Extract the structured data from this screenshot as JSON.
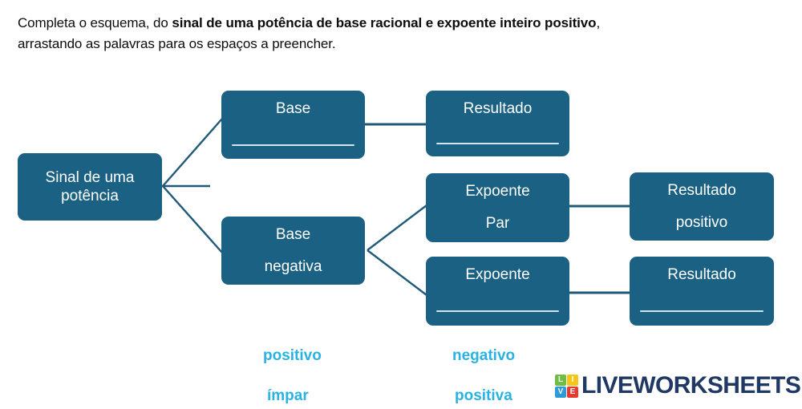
{
  "instruction": {
    "part1": "Completa o esquema, do ",
    "bold": "sinal de uma potência de base racional e expoente inteiro positivo",
    "part2": ",",
    "line2": "arrastando as palavras para os espaços a preencher."
  },
  "colors": {
    "node_fill": "#1A6183",
    "node_text": "#FFFFFF",
    "blank_rule": "#CFE6F0",
    "connector": "#1F5B78",
    "word_bank": "#29B3E3",
    "logo_text": "#1F3864",
    "logo_tile_green": "#6FBE44",
    "logo_tile_yellow": "#F5C518",
    "logo_tile_blue": "#2D9BD6",
    "logo_tile_red": "#E8392F",
    "page_background": "#FFFFFF"
  },
  "diagram": {
    "root": {
      "line1": "Sinal de uma",
      "line2": "potência"
    },
    "base_positive": {
      "line1": "Base",
      "has_blank": true
    },
    "result_top": {
      "line1": "Resultado",
      "has_blank": true
    },
    "base_negative": {
      "line1": "Base",
      "line2": "negativa"
    },
    "exponent_even": {
      "line1": "Expoente",
      "line2": "Par"
    },
    "result_positive": {
      "line1": "Resultado",
      "line2": "positivo"
    },
    "exponent_blank": {
      "line1": "Expoente",
      "has_blank": true
    },
    "result_blank": {
      "line1": "Resultado",
      "has_blank": true
    }
  },
  "word_bank": [
    {
      "label": "positivo"
    },
    {
      "label": "negativo"
    },
    {
      "label": "ímpar"
    },
    {
      "label": "positiva"
    }
  ],
  "logo": {
    "tiles": [
      "L",
      "I",
      "V",
      "E"
    ],
    "text": "LIVEWORKSHEETS"
  }
}
